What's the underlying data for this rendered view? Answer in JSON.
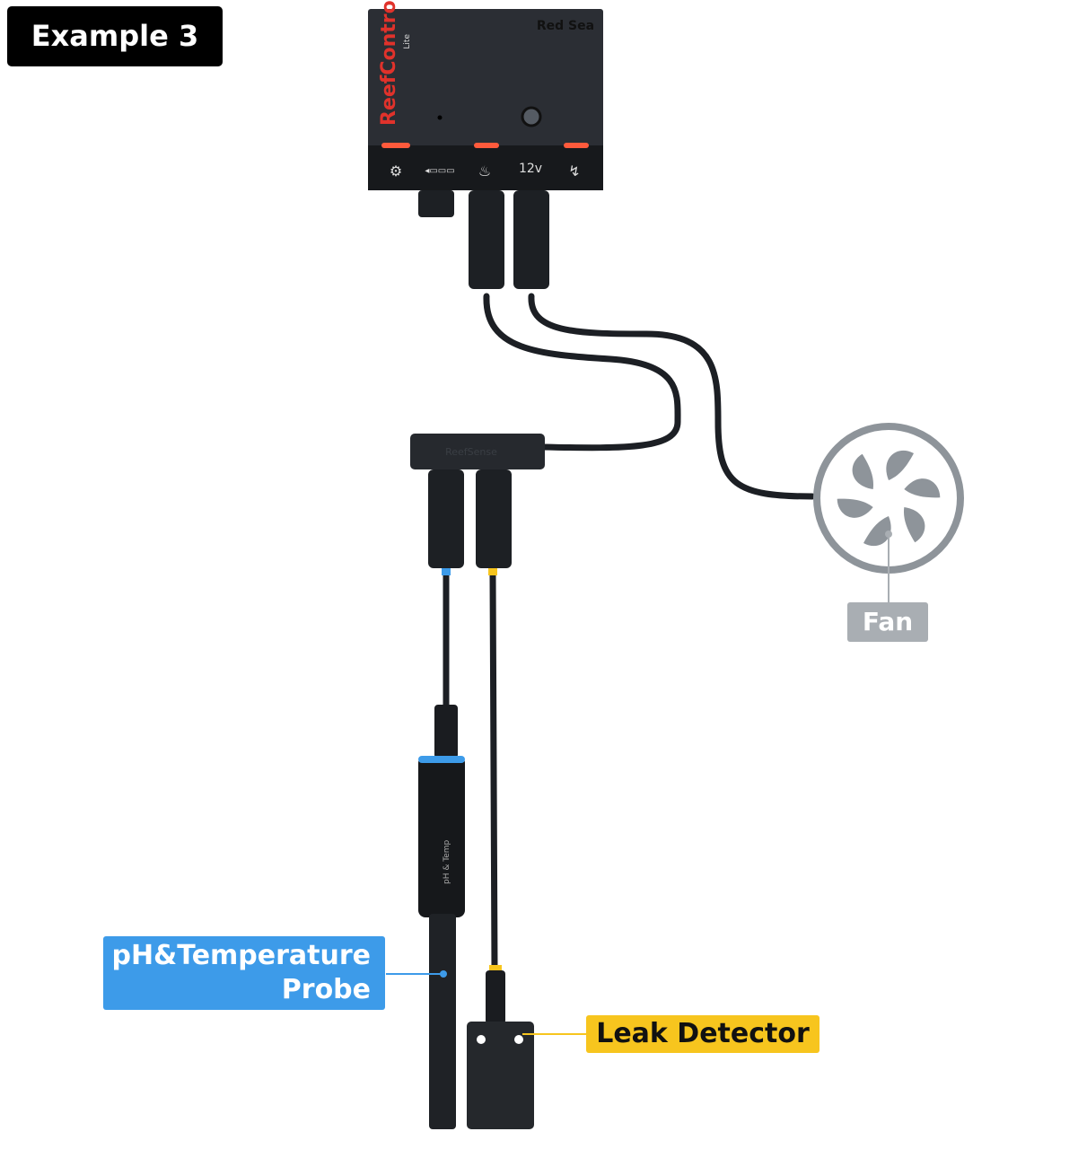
{
  "title": "Example 3",
  "controller": {
    "brand_mark": "ReefControl",
    "model": "Lite",
    "maker": "Red Sea",
    "port_voltage": "12v"
  },
  "hub": {
    "mark": "ReefSense"
  },
  "probe_body": {
    "mark": "pH & Temp"
  },
  "labels": {
    "fan": "Fan",
    "probe_line1": "pH&Temperature",
    "probe_line2": "Probe",
    "leak": "Leak Detector"
  },
  "colors": {
    "probe_accent": "#3d9be9",
    "leak_accent": "#f7c51e",
    "fan_gray": "#8e949a",
    "led": "#ff5a3c"
  }
}
